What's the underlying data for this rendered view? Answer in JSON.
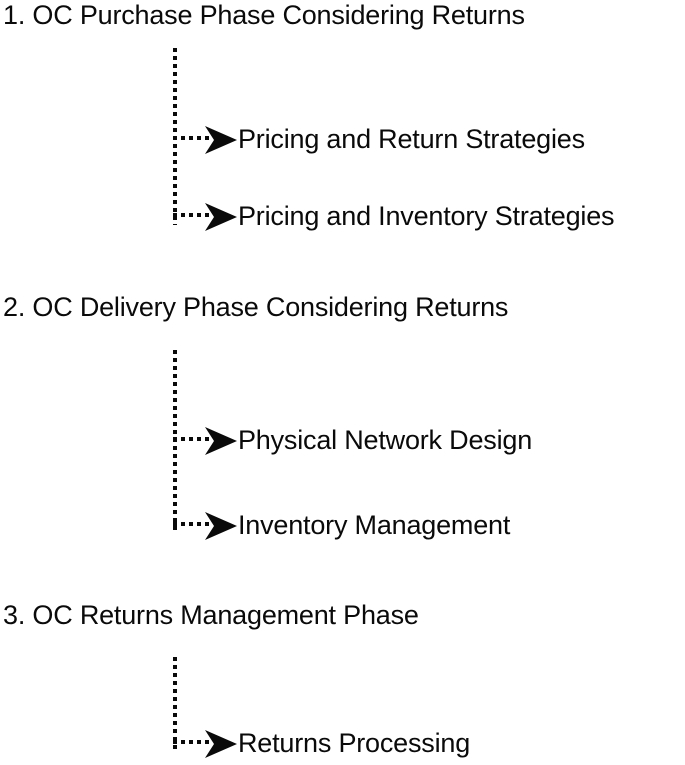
{
  "figure": {
    "type": "hierarchy-diagram",
    "background_color": "#ffffff",
    "text_color": "#0a0a0a",
    "connector_style": "dotted",
    "arrow_glyph": "filled-arrowhead"
  },
  "sections": [
    {
      "title": "1. OC Purchase Phase Considering Returns",
      "items": [
        "Pricing and Return Strategies",
        "Pricing and Inventory Strategies"
      ]
    },
    {
      "title": "2. OC Delivery Phase Considering Returns",
      "items": [
        "Physical Network Design",
        "Inventory Management"
      ]
    },
    {
      "title": "3. OC Returns Management Phase",
      "items": [
        "Returns Processing"
      ]
    }
  ]
}
